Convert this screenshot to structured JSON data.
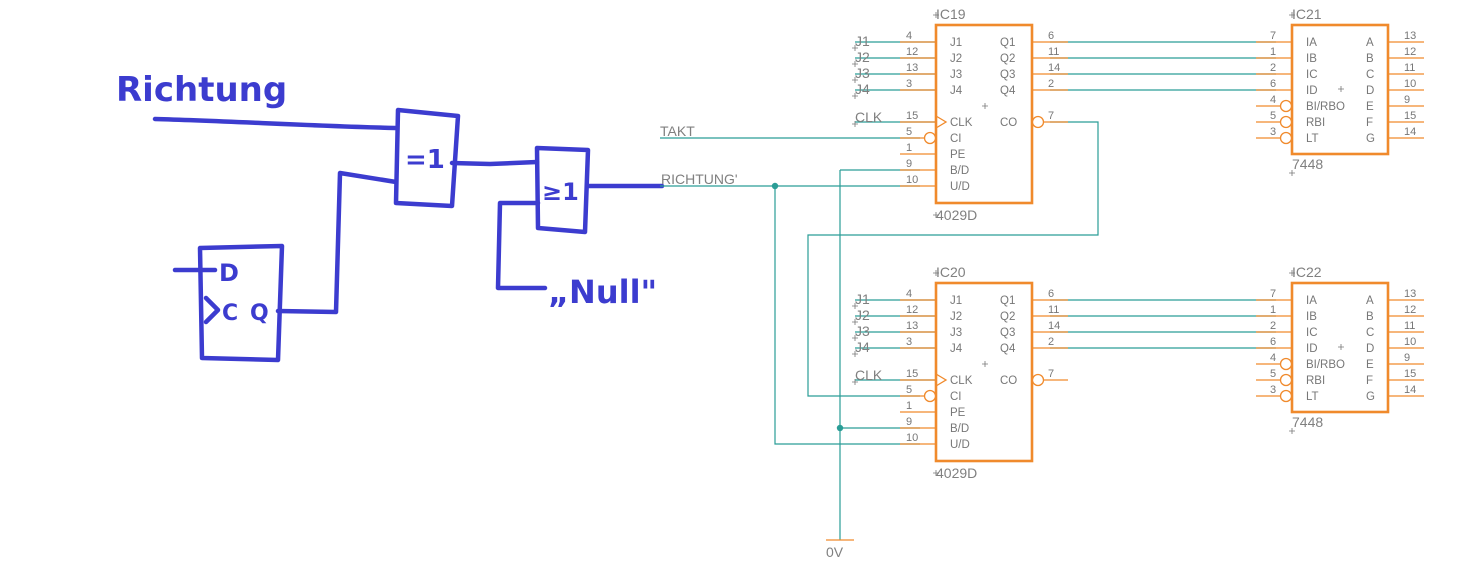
{
  "sketch": {
    "title": "Richtung",
    "gate1_label": "=1",
    "gate2_label": "≥1",
    "flipflop_d": "D",
    "flipflop_c": "C",
    "flipflop_q": "Q",
    "null_label": "„Null\""
  },
  "nets": {
    "takt": "TAKT",
    "richtung": "RICHTUNG'",
    "ground": "0V"
  },
  "counter_inputs": [
    "J1",
    "J2",
    "J3",
    "J4"
  ],
  "counter_clk_net": "CLK",
  "counters": [
    {
      "name": "IC19",
      "type": "4029D",
      "left_pins": [
        {
          "num": "4",
          "label": "J1"
        },
        {
          "num": "12",
          "label": "J2"
        },
        {
          "num": "13",
          "label": "J3"
        },
        {
          "num": "3",
          "label": "J4"
        },
        {
          "num": "15",
          "label": "CLK"
        },
        {
          "num": "5",
          "label": "CI"
        },
        {
          "num": "1",
          "label": "PE"
        },
        {
          "num": "9",
          "label": "B/D"
        },
        {
          "num": "10",
          "label": "U/D"
        }
      ],
      "right_pins": [
        {
          "num": "6",
          "label": "Q1"
        },
        {
          "num": "11",
          "label": "Q2"
        },
        {
          "num": "14",
          "label": "Q3"
        },
        {
          "num": "2",
          "label": "Q4"
        },
        {
          "num": "7",
          "label": "CO"
        }
      ]
    },
    {
      "name": "IC20",
      "type": "4029D",
      "left_pins": [
        {
          "num": "4",
          "label": "J1"
        },
        {
          "num": "12",
          "label": "J2"
        },
        {
          "num": "13",
          "label": "J3"
        },
        {
          "num": "3",
          "label": "J4"
        },
        {
          "num": "15",
          "label": "CLK"
        },
        {
          "num": "5",
          "label": "CI"
        },
        {
          "num": "1",
          "label": "PE"
        },
        {
          "num": "9",
          "label": "B/D"
        },
        {
          "num": "10",
          "label": "U/D"
        }
      ],
      "right_pins": [
        {
          "num": "6",
          "label": "Q1"
        },
        {
          "num": "11",
          "label": "Q2"
        },
        {
          "num": "14",
          "label": "Q3"
        },
        {
          "num": "2",
          "label": "Q4"
        },
        {
          "num": "7",
          "label": "CO"
        }
      ]
    }
  ],
  "decoders": [
    {
      "name": "IC21",
      "type": "7448",
      "left_pins": [
        {
          "num": "7",
          "label": "IA"
        },
        {
          "num": "1",
          "label": "IB"
        },
        {
          "num": "2",
          "label": "IC"
        },
        {
          "num": "6",
          "label": "ID"
        },
        {
          "num": "4",
          "label": "BI/RBO"
        },
        {
          "num": "5",
          "label": "RBI"
        },
        {
          "num": "3",
          "label": "LT"
        }
      ],
      "right_pins": [
        {
          "num": "13",
          "label": "A"
        },
        {
          "num": "12",
          "label": "B"
        },
        {
          "num": "11",
          "label": "C"
        },
        {
          "num": "10",
          "label": "D"
        },
        {
          "num": "9",
          "label": "E"
        },
        {
          "num": "15",
          "label": "F"
        },
        {
          "num": "14",
          "label": "G"
        }
      ]
    },
    {
      "name": "IC22",
      "type": "7448",
      "left_pins": [
        {
          "num": "7",
          "label": "IA"
        },
        {
          "num": "1",
          "label": "IB"
        },
        {
          "num": "2",
          "label": "IC"
        },
        {
          "num": "6",
          "label": "ID"
        },
        {
          "num": "4",
          "label": "BI/RBO"
        },
        {
          "num": "5",
          "label": "RBI"
        },
        {
          "num": "3",
          "label": "LT"
        }
      ],
      "right_pins": [
        {
          "num": "13",
          "label": "A"
        },
        {
          "num": "12",
          "label": "B"
        },
        {
          "num": "11",
          "label": "C"
        },
        {
          "num": "10",
          "label": "D"
        },
        {
          "num": "9",
          "label": "E"
        },
        {
          "num": "15",
          "label": "F"
        },
        {
          "num": "14",
          "label": "G"
        }
      ]
    }
  ],
  "colors": {
    "part": "#f08a2c",
    "wire": "#2a9d96",
    "ink": "#3c3ccf",
    "text": "#7a7a7a"
  }
}
